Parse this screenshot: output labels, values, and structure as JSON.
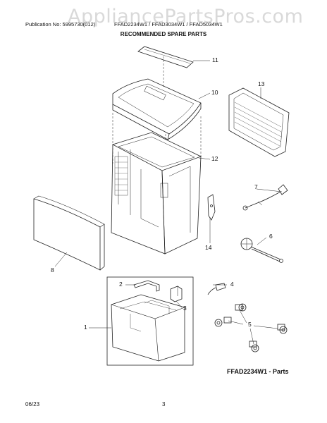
{
  "watermark": "AppliancePartsPros.com",
  "header": {
    "publication": "Publication No: 5995730(012)",
    "models": "FFAD2234W1 / FFAD3034W1 / FFAD5034W1",
    "title": "RECOMMENDED SPARE PARTS"
  },
  "callouts": [
    "1",
    "2",
    "3",
    "4",
    "5",
    "6",
    "7",
    "8",
    "10",
    "11",
    "12",
    "13",
    "14"
  ],
  "parts_label": "FFAD2234W1 - Parts",
  "footer": {
    "date": "06/23",
    "page": "3"
  }
}
